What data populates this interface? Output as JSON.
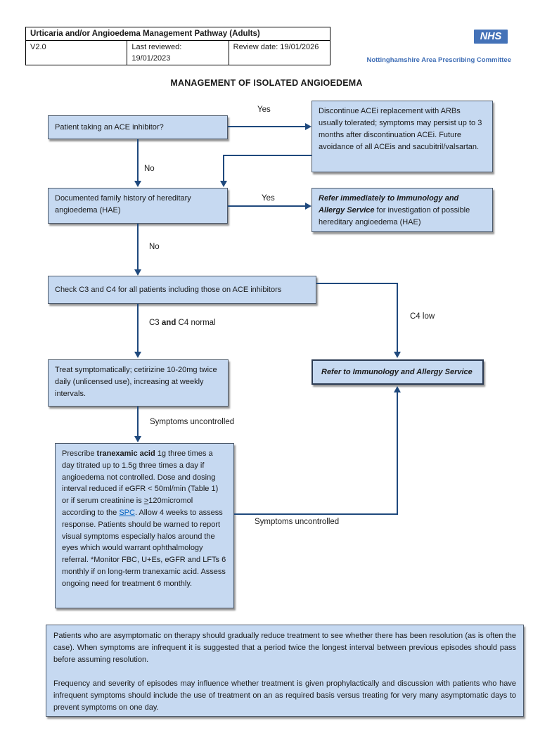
{
  "header": {
    "title": "Urticaria and/or Angioedema Management Pathway (Adults)",
    "version": "V2.0",
    "last_reviewed_label": "Last reviewed:",
    "last_reviewed_value": "19/01/2023",
    "review_date": "Review date: 19/01/2026"
  },
  "branding": {
    "nhs_logo": "NHS",
    "committee": "Nottinghamshire Area Prescribing Committee"
  },
  "page_title": "MANAGEMENT OF ISOLATED ANGIOEDEMA",
  "flow": {
    "ace_question": "Patient taking an ACE inhibitor?",
    "discontinue": "Discontinue ACEi replacement with ARBs usually tolerated; symptoms may persist up to 3 months after discontinuation ACEi. Future avoidance of all ACEis and sacubitril/valsartan.",
    "hae_question": "Documented family history of hereditary angioedema (HAE)",
    "refer_immediately_segments": [
      {
        "t": "Refer immediately to Immunology and Allergy Service",
        "s": "bi"
      },
      {
        "t": " for investigation of possible hereditary angioedema (HAE)",
        "s": "n"
      }
    ],
    "check_c3c4": "Check C3 and C4 for all patients including those on ACE inhibitors",
    "treat": "Treat symptomatically; cetirizine 10-20mg twice daily (unlicensed use), increasing at weekly intervals.",
    "refer_service_segments": [
      {
        "t": "Refer to Immunology and Allergy Service",
        "s": "bi"
      }
    ],
    "tranexamic_segments": [
      {
        "t": "Prescribe ",
        "s": "n"
      },
      {
        "t": "tranexamic acid",
        "s": "b"
      },
      {
        "t": " 1g three times a day titrated up to 1.5g three times a day if angioedema not controlled. Dose and dosing interval reduced if eGFR < 50ml/min (Table 1) or if serum creatinine is ",
        "s": "n"
      },
      {
        "t": ">",
        "s": "u"
      },
      {
        "t": "120micromol according to the ",
        "s": "n"
      },
      {
        "t": "SPC",
        "s": "link"
      },
      {
        "t": ". Allow 4 weeks to assess response.  Patients should be warned to report visual symptoms especially halos around the eyes which would warrant ophthalmology referral. *Monitor FBC, U+Es, eGFR and LFTs 6 monthly if on long-term tranexamic acid. Assess ongoing need for treatment 6 monthly.",
        "s": "n"
      }
    ],
    "labels": {
      "yes1": "Yes",
      "no1": "No",
      "yes2": "Yes",
      "no2": "No",
      "c3c4_normal_segments": [
        {
          "t": "C3 ",
          "s": "n"
        },
        {
          "t": "and",
          "s": "b"
        },
        {
          "t": " C4 normal",
          "s": "n"
        }
      ],
      "c4_low": "C4 low",
      "symptoms_uncontrolled_1": "Symptoms uncontrolled",
      "symptoms_uncontrolled_2": "Symptoms uncontrolled"
    }
  },
  "footer_note": {
    "para1": "Patients who are asymptomatic on therapy should gradually reduce treatment to see whether there has been resolution (as is often the case).  When symptoms are infrequent it is suggested that a period twice the longest interval between previous episodes should pass before assuming resolution.",
    "para2": "Frequency and severity of episodes may influence whether treatment is given prophylactically and discussion with patients who have infrequent symptoms should include the use of treatment on an as required basis versus treating for very many asymptomatic days to prevent symptoms on one day."
  },
  "colors": {
    "box_fill": "#c6d9f1",
    "box_border": "#4d5a6b",
    "connector": "#1f497d",
    "nhs_blue": "#4472b8",
    "committee_blue": "#3e6db5",
    "link_blue": "#0563c1"
  }
}
